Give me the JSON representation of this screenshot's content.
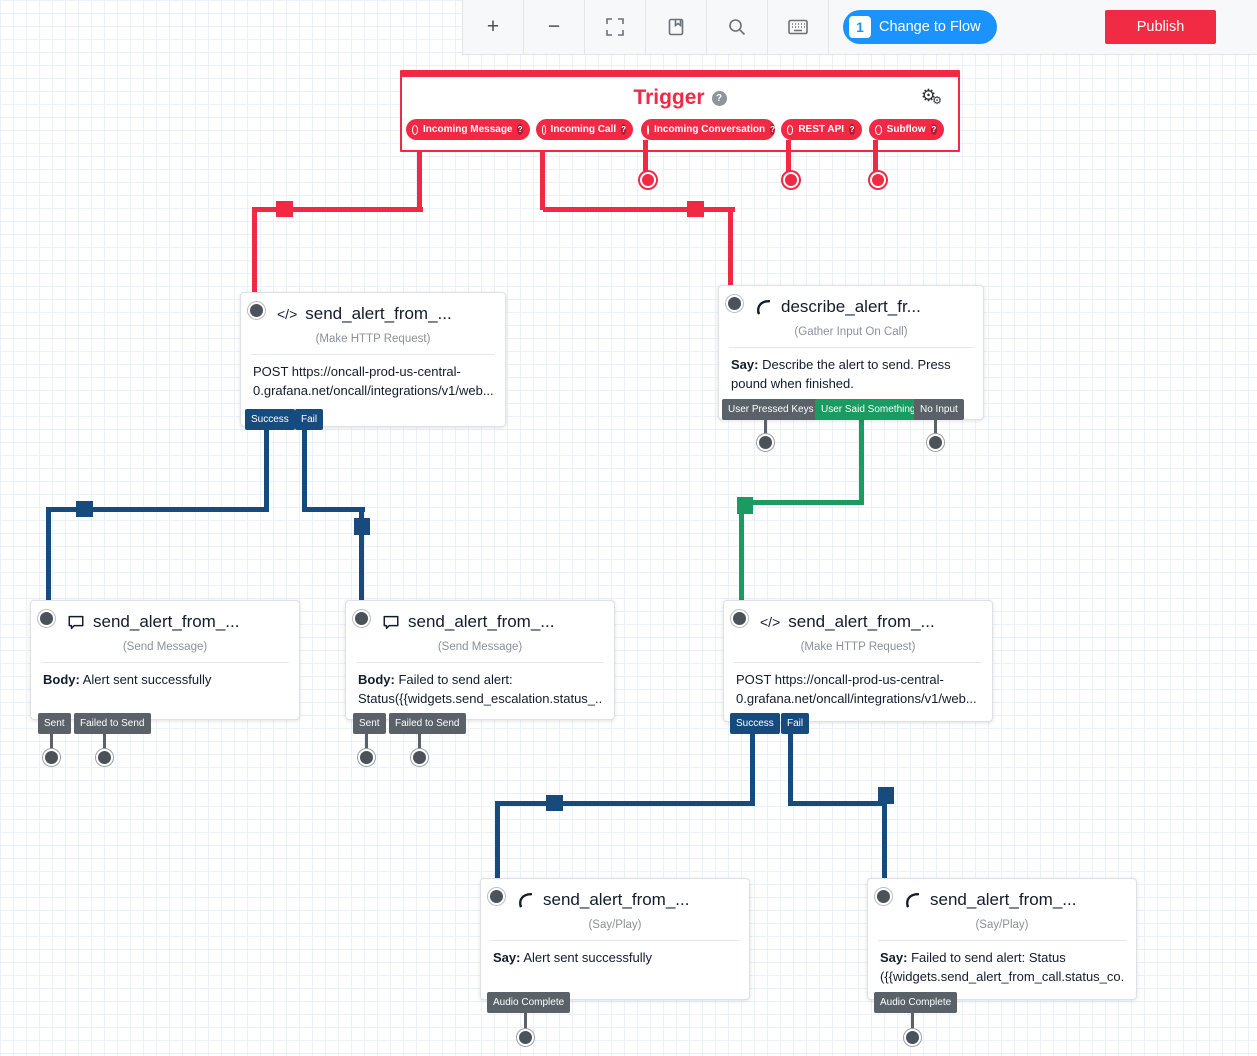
{
  "toolbar": {
    "zoom_in": "+",
    "zoom_out": "−",
    "change_to_flow": {
      "badge": "1",
      "label": "Change to Flow"
    },
    "publish_label": "Publish",
    "icons": [
      "zoom-in-icon",
      "zoom-out-icon",
      "fit-view-icon",
      "library-icon",
      "search-icon",
      "keyboard-shortcuts-icon"
    ]
  },
  "trigger": {
    "title": "Trigger",
    "help": "?",
    "pills": [
      {
        "label": "Incoming Message",
        "help": "?"
      },
      {
        "label": "Incoming Call",
        "help": "?"
      },
      {
        "label": "Incoming Conversation",
        "help": "?"
      },
      {
        "label": "REST API",
        "help": "?"
      },
      {
        "label": "Subflow",
        "help": "?"
      }
    ]
  },
  "widgets": [
    {
      "title": "send_alert_from_...",
      "type": "(Make HTTP Request)",
      "icon": "code-icon",
      "body": {
        "bold": "",
        "line1": "POST https://oncall-prod-us-central-",
        "line2": "0.grafana.net/oncall/integrations/v1/web..."
      },
      "outputs": [
        {
          "label": "Success",
          "color": "navy"
        },
        {
          "label": "Fail",
          "color": "navy"
        }
      ]
    },
    {
      "title": "describe_alert_fr...",
      "type": "(Gather Input On Call)",
      "icon": "phone-icon",
      "body": {
        "bold": "Say:",
        "line1": " Describe the alert to send. Press",
        "line2": "pound when finished."
      },
      "outputs": [
        {
          "label": "User Pressed Keys",
          "color": "gray"
        },
        {
          "label": "User Said Something",
          "color": "green"
        },
        {
          "label": "No Input",
          "color": "gray"
        }
      ]
    },
    {
      "title": "send_alert_from_...",
      "type": "(Send Message)",
      "icon": "chat-icon",
      "body": {
        "bold": "Body:",
        "line1": " Alert sent successfully",
        "line2": ""
      },
      "outputs": [
        {
          "label": "Sent",
          "color": "gray"
        },
        {
          "label": "Failed to Send",
          "color": "gray"
        }
      ]
    },
    {
      "title": "send_alert_from_...",
      "type": "(Send Message)",
      "icon": "chat-icon",
      "body": {
        "bold": "Body:",
        "line1": " Failed to send alert:",
        "line2": "Status({{widgets.send_escalation.status_..."
      },
      "outputs": [
        {
          "label": "Sent",
          "color": "gray"
        },
        {
          "label": "Failed to Send",
          "color": "gray"
        }
      ]
    },
    {
      "title": "send_alert_from_...",
      "type": "(Make HTTP Request)",
      "icon": "code-icon",
      "body": {
        "bold": "",
        "line1": "POST https://oncall-prod-us-central-",
        "line2": "0.grafana.net/oncall/integrations/v1/web..."
      },
      "outputs": [
        {
          "label": "Success",
          "color": "navy"
        },
        {
          "label": "Fail",
          "color": "navy"
        }
      ]
    },
    {
      "title": "send_alert_from_...",
      "type": "(Say/Play)",
      "icon": "phone-icon",
      "body": {
        "bold": "Say:",
        "line1": " Alert sent successfully",
        "line2": ""
      },
      "outputs": [
        {
          "label": "Audio Complete",
          "color": "gray"
        }
      ]
    },
    {
      "title": "send_alert_from_...",
      "type": "(Say/Play)",
      "icon": "phone-icon",
      "body": {
        "bold": "Say:",
        "line1": " Failed to send alert: Status",
        "line2": "({{widgets.send_alert_from_call.status_co..."
      },
      "outputs": [
        {
          "label": "Audio Complete",
          "color": "gray"
        }
      ]
    }
  ],
  "colors": {
    "twilio_red": "#f12945",
    "navy": "#174b7e",
    "green": "#1a9b62",
    "gray_tag": "#5a6168",
    "blue_button": "#1a93ff",
    "publish_red": "#f12b44"
  }
}
